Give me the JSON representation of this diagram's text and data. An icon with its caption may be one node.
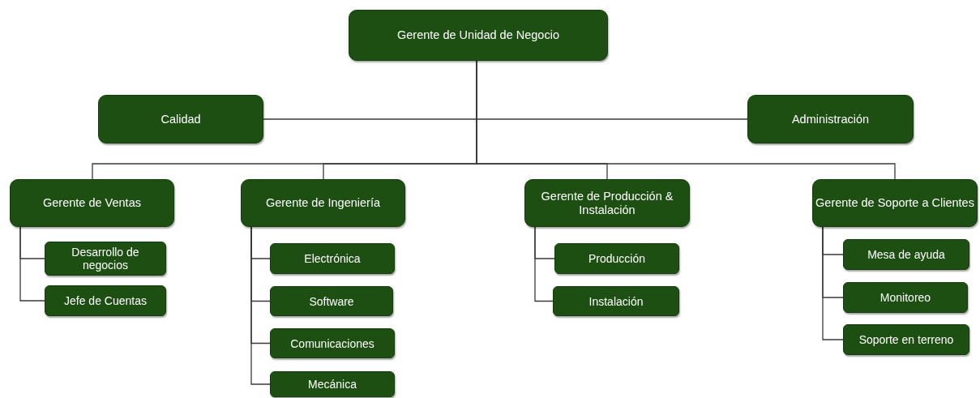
{
  "diagram": {
    "nodes": [
      {
        "text": [
          "Gerente de Unidad de Negocio"
        ]
      },
      {
        "text": [
          "Calidad"
        ]
      },
      {
        "text": [
          "Administración"
        ]
      },
      {
        "text": [
          "Gerente de Ventas"
        ]
      },
      {
        "text": [
          "Desarrollo de negocios"
        ]
      },
      {
        "text": [
          "Jefe de Cuentas"
        ]
      },
      {
        "text": [
          "Gerente de Ingeniería"
        ]
      },
      {
        "text": [
          "Electrónica"
        ]
      },
      {
        "text": [
          "Software"
        ]
      },
      {
        "text": [
          "Comunicaciones"
        ]
      },
      {
        "text": [
          "Mecánica"
        ]
      },
      {
        "text": [
          "Gerente de Producción & Instalación"
        ]
      },
      {
        "text": [
          "Producción"
        ]
      },
      {
        "text": [
          "Instalación"
        ]
      },
      {
        "text": [
          "Gerente de Soporte a Clientes"
        ]
      },
      {
        "text": [
          "Mesa de ayuda"
        ]
      },
      {
        "text": [
          "Monitoreo"
        ]
      },
      {
        "text": [
          "Soporte en terreno"
        ]
      }
    ],
    "edges": [
      {
        "from": 0,
        "to": 1,
        "arrow": "none"
      },
      {
        "from": 0,
        "to": 2,
        "arrow": "none"
      },
      {
        "from": 0,
        "to": 3,
        "arrow": "none"
      },
      {
        "from": 0,
        "to": 6,
        "arrow": "none"
      },
      {
        "from": 0,
        "to": 11,
        "arrow": "none"
      },
      {
        "from": 0,
        "to": 14,
        "arrow": "none"
      },
      {
        "from": 3,
        "to": 4,
        "arrow": "none"
      },
      {
        "from": 3,
        "to": 5,
        "arrow": "none"
      },
      {
        "from": 6,
        "to": 7,
        "arrow": "none"
      },
      {
        "from": 6,
        "to": 8,
        "arrow": "none"
      },
      {
        "from": 6,
        "to": 9,
        "arrow": "none"
      },
      {
        "from": 6,
        "to": 10,
        "arrow": "none"
      },
      {
        "from": 11,
        "to": 12,
        "arrow": "none"
      },
      {
        "from": 11,
        "to": 13,
        "arrow": "none"
      },
      {
        "from": 14,
        "to": 15,
        "arrow": "none"
      },
      {
        "from": 14,
        "to": 16,
        "arrow": "none"
      },
      {
        "from": 14,
        "to": 17,
        "arrow": "none"
      }
    ]
  }
}
